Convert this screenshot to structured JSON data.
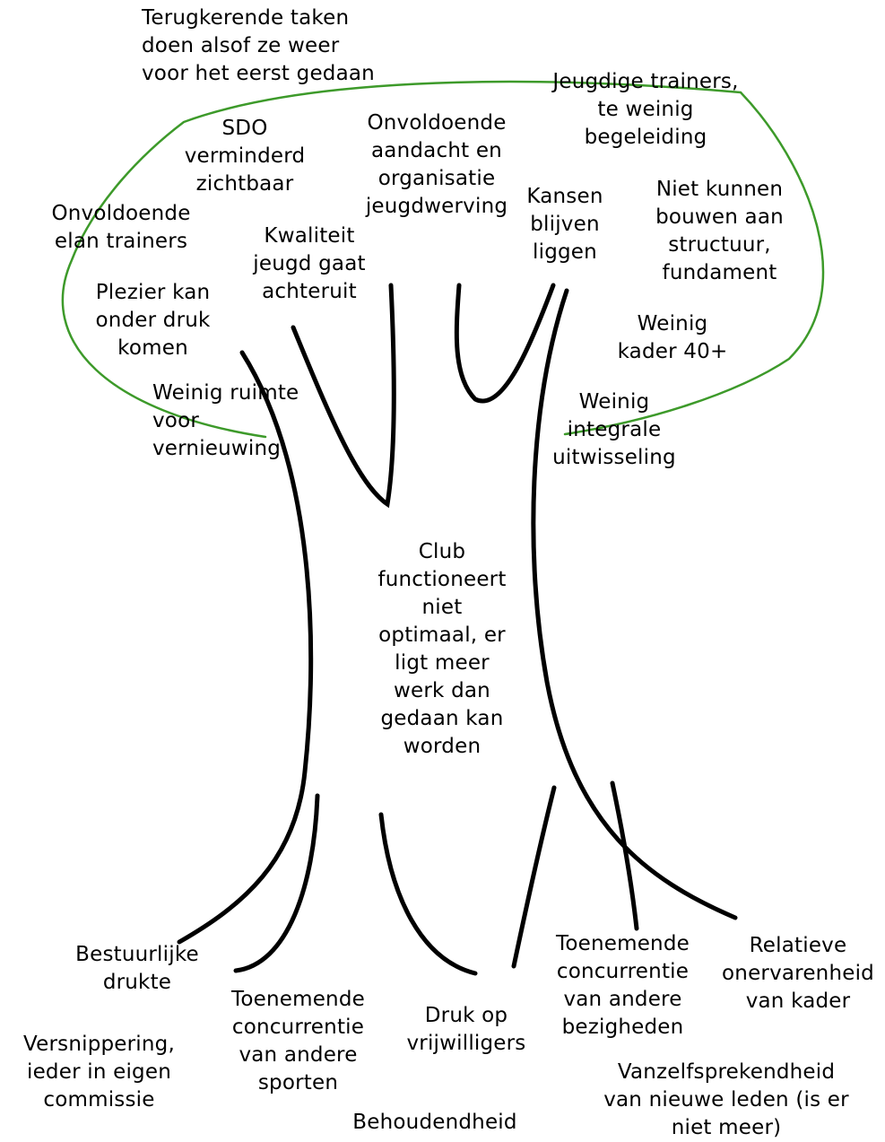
{
  "colors": {
    "crown_outline": "#3d9a2a",
    "trunk": "#000000",
    "text": "#000000"
  },
  "crown": {
    "labels": [
      "Terugkerende taken\ndoen alsof ze weer\nvoor het eerst gedaan",
      "SDO\nverminderd\nzichtbaar",
      "Onvoldoende\naandacht en\norganisatie\njeugdwerving",
      "Jeugdige trainers,\nte weinig\nbegeleiding",
      "Onvoldoende\nelan trainers",
      "Kwaliteit\njeugd gaat\nachteruit",
      "Kansen\nblijven\nliggen",
      "Niet kunnen\nbouwen aan\nstructuur,\nfundament",
      "Plezier kan\nonder druk\nkomen",
      "Weinig\nkader 40+",
      "Weinig ruimte\nvoor\nvernieuwing",
      "Weinig\nintegrale\nuitwisseling"
    ]
  },
  "trunk": {
    "label": "Club\nfunctioneert\nniet\noptimaal, er\nligt meer\nwerk dan\ngedaan kan\nworden"
  },
  "roots": {
    "labels": [
      "Bestuurlijke\ndrukte",
      "Toenemende\nconcurrentie\nvan andere\nsporten",
      "Druk op\nvrijwilligers",
      "Toenemende\nconcurrentie\nvan andere\nbezigheden",
      "Relatieve\nonervarenheid\nvan kader",
      "Versnippering,\nieder in eigen\ncommissie",
      "Vanzelfsprekendheid\nvan nieuwe leden (is er\nniet meer)",
      "Behoudendheid"
    ]
  }
}
